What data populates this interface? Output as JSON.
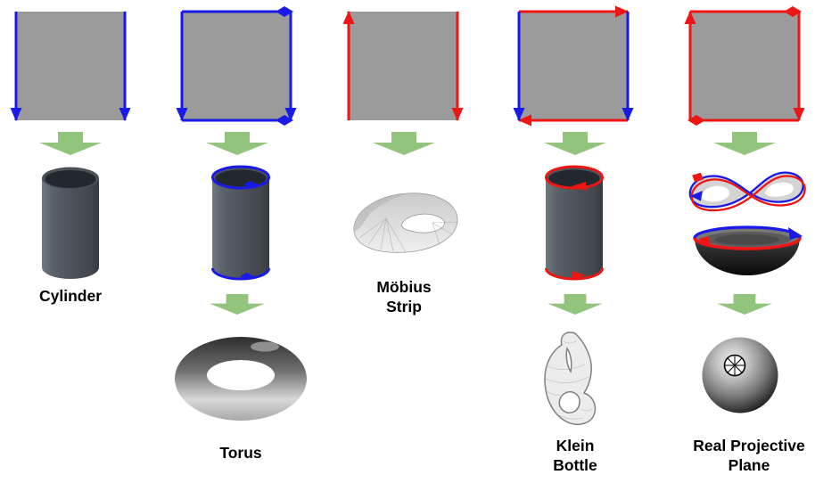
{
  "background": "#ffffff",
  "colors": {
    "blue": "#1a1ae8",
    "red": "#ee1515",
    "square_fill": "#9b9b9b",
    "green_arrow": "#93c47d",
    "label": "#000000"
  },
  "columns": [
    {
      "id": "cylinder",
      "label_line1": "Cylinder",
      "square_edges": {
        "left": {
          "color": "blue",
          "dir": "down",
          "head": "triangle"
        },
        "right": {
          "color": "blue",
          "dir": "down",
          "head": "triangle"
        }
      }
    },
    {
      "id": "torus",
      "label_line1": "Torus",
      "square_edges": {
        "left": {
          "color": "blue",
          "dir": "down",
          "head": "triangle"
        },
        "right": {
          "color": "blue",
          "dir": "down",
          "head": "triangle"
        },
        "top": {
          "color": "blue",
          "dir": "right",
          "head": "diamond"
        },
        "bottom": {
          "color": "blue",
          "dir": "right",
          "head": "diamond"
        }
      }
    },
    {
      "id": "mobius-strip",
      "label_line1": "Möbius",
      "label_line2": "Strip",
      "square_edges": {
        "left": {
          "color": "red",
          "dir": "up",
          "head": "triangle"
        },
        "right": {
          "color": "red",
          "dir": "down",
          "head": "triangle"
        }
      }
    },
    {
      "id": "klein-bottle",
      "label_line1": "Klein",
      "label_line2": "Bottle",
      "square_edges": {
        "left": {
          "color": "blue",
          "dir": "down",
          "head": "triangle"
        },
        "right": {
          "color": "blue",
          "dir": "down",
          "head": "triangle"
        },
        "top": {
          "color": "red",
          "dir": "right",
          "head": "triangle"
        },
        "bottom": {
          "color": "red",
          "dir": "left",
          "head": "triangle"
        }
      }
    },
    {
      "id": "real-projective-plane",
      "label_line1": "Real Projective",
      "label_line2": "Plane",
      "square_edges": {
        "left": {
          "color": "red",
          "dir": "up",
          "head": "triangle"
        },
        "right": {
          "color": "red",
          "dir": "down",
          "head": "triangle"
        },
        "top": {
          "color": "red",
          "dir": "right",
          "head": "diamond"
        },
        "bottom": {
          "color": "red",
          "dir": "left",
          "head": "diamond"
        }
      }
    }
  ]
}
